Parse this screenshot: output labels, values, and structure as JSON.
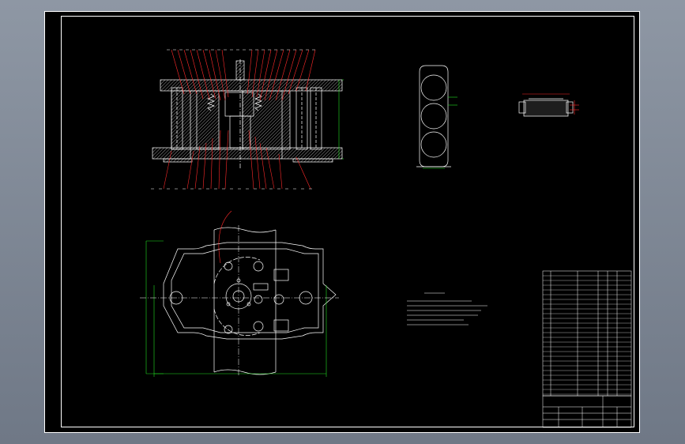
{
  "app": {
    "background_color": "#7b8492",
    "canvas_color": "#000000",
    "line_color": "#ffffff",
    "leader_color": "#ff2a2a",
    "dimension_color": "#22e022",
    "part_fill_color": "#c8c8c8"
  },
  "drawing": {
    "views": [
      "front-section-view",
      "plan-view",
      "part-drawing",
      "blank-layout",
      "technical-requirements",
      "bill-of-materials",
      "title-block"
    ]
  }
}
